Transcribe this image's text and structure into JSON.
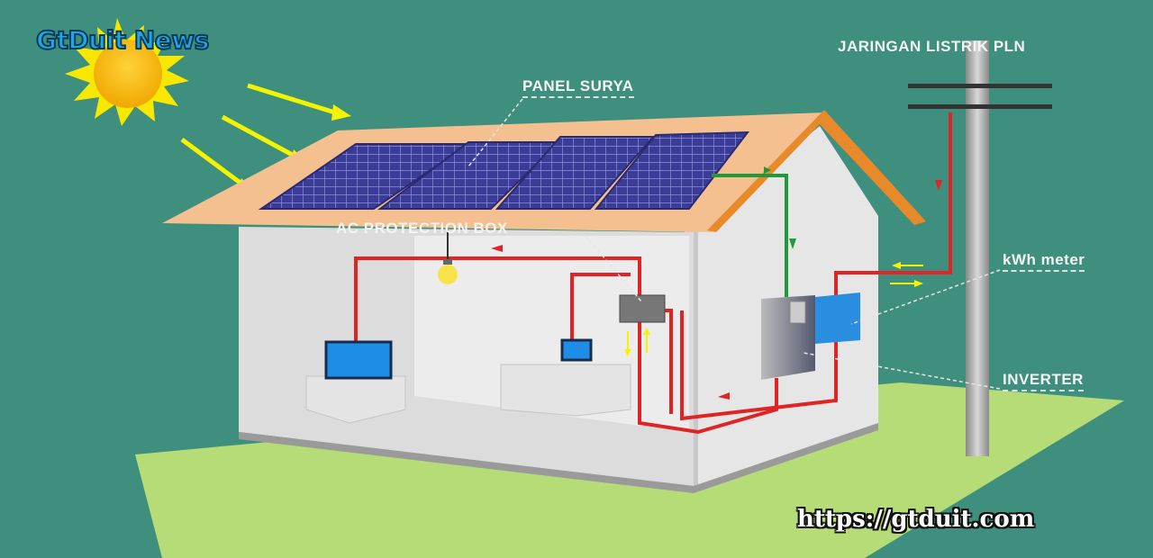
{
  "brand": "GtDuit News",
  "url": "https://gtduit.com",
  "labels": {
    "panel": "PANEL SURYA",
    "grid": "JARINGAN LISTRIK PLN",
    "ac_box": "AC PROTECTION BOX",
    "meter": "kWh meter",
    "inverter": "INVERTER"
  },
  "colors": {
    "background": "#3f8f7e",
    "ground": "#b6dc78",
    "roof": "#f4c08f",
    "roof_edge": "#e8892a",
    "wire_ac": "#e02424",
    "wire_dc": "#1e9a3a",
    "sun": "#f8e800",
    "panel": "#3b3b98"
  }
}
